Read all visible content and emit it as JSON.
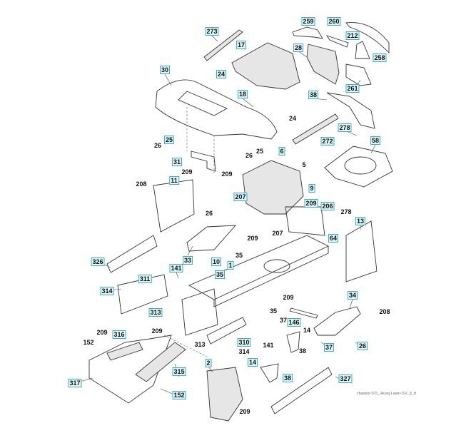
{
  "diagram": {
    "type": "exploded parts diagram",
    "watermark": "chassis-STL_Husq Laser-SV_3_rt",
    "callout_color": "#35b4c8",
    "callouts": [
      "259",
      "260",
      "212",
      "273",
      "17",
      "28",
      "258",
      "30",
      "24",
      "18",
      "261",
      "38",
      "24",
      "278",
      "272",
      "58",
      "26",
      "25",
      "26",
      "25",
      "6",
      "5",
      "31",
      "209",
      "209",
      "11",
      "9",
      "208",
      "207",
      "209",
      "206",
      "278",
      "26",
      "209",
      "207",
      "64",
      "13",
      "326",
      "33",
      "10",
      "35",
      "1",
      "141",
      "311",
      "35",
      "314",
      "313",
      "209",
      "35",
      "34",
      "208",
      "37",
      "146",
      "14",
      "152",
      "209",
      "316",
      "209",
      "313",
      "310",
      "141",
      "314",
      "26",
      "37",
      "2",
      "14",
      "38",
      "38",
      "317",
      "315",
      "152",
      "327",
      "209"
    ]
  }
}
